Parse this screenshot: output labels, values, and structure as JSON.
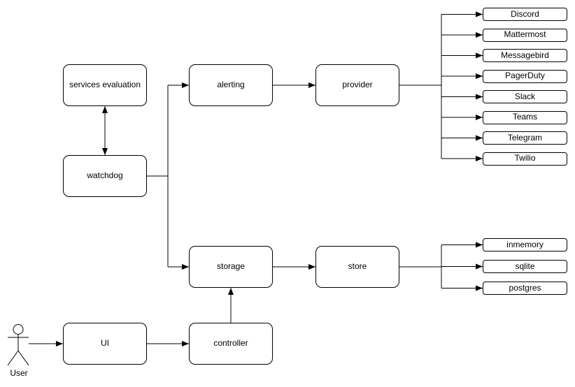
{
  "diagram": {
    "background_color": "#ffffff",
    "stroke_color": "#000000",
    "node_fill_color": "#ffffff",
    "text_color": "#000000",
    "actor": {
      "label": "User"
    },
    "nodes": {
      "services_evaluation": {
        "label": "services evaluation"
      },
      "watchdog": {
        "label": "watchdog"
      },
      "alerting": {
        "label": "alerting"
      },
      "provider": {
        "label": "provider"
      },
      "storage": {
        "label": "storage"
      },
      "store": {
        "label": "store"
      },
      "ui": {
        "label": "UI"
      },
      "controller": {
        "label": "controller"
      }
    },
    "provider_targets": [
      "Discord",
      "Mattermost",
      "Messagebird",
      "PagerDuty",
      "Slack",
      "Teams",
      "Telegram",
      "Twilio"
    ],
    "store_targets": [
      "inmemory",
      "sqlite",
      "postgres"
    ],
    "edges": [
      "services evaluation <-> watchdog",
      "watchdog -> alerting",
      "watchdog -> storage",
      "alerting -> provider",
      "provider -> Discord|Mattermost|Messagebird|PagerDuty|Slack|Teams|Telegram|Twilio",
      "storage -> store",
      "store -> inmemory|sqlite|postgres",
      "User -> UI",
      "UI -> controller",
      "controller -> storage"
    ]
  }
}
